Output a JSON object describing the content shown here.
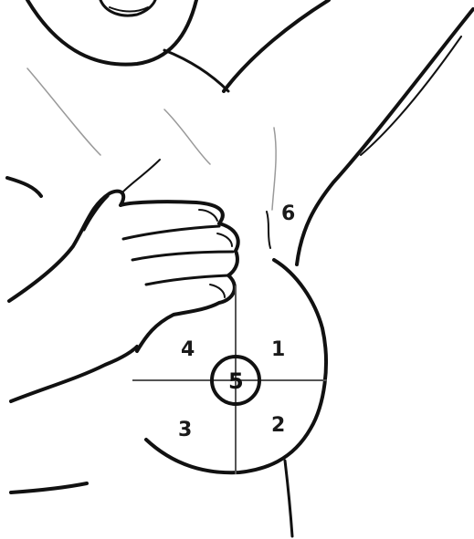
{
  "diagram": {
    "regions": [
      {
        "id": "1",
        "label": "1"
      },
      {
        "id": "2",
        "label": "2"
      },
      {
        "id": "3",
        "label": "3"
      },
      {
        "id": "4",
        "label": "4"
      },
      {
        "id": "5",
        "label": "5"
      },
      {
        "id": "6",
        "label": "6"
      }
    ]
  }
}
